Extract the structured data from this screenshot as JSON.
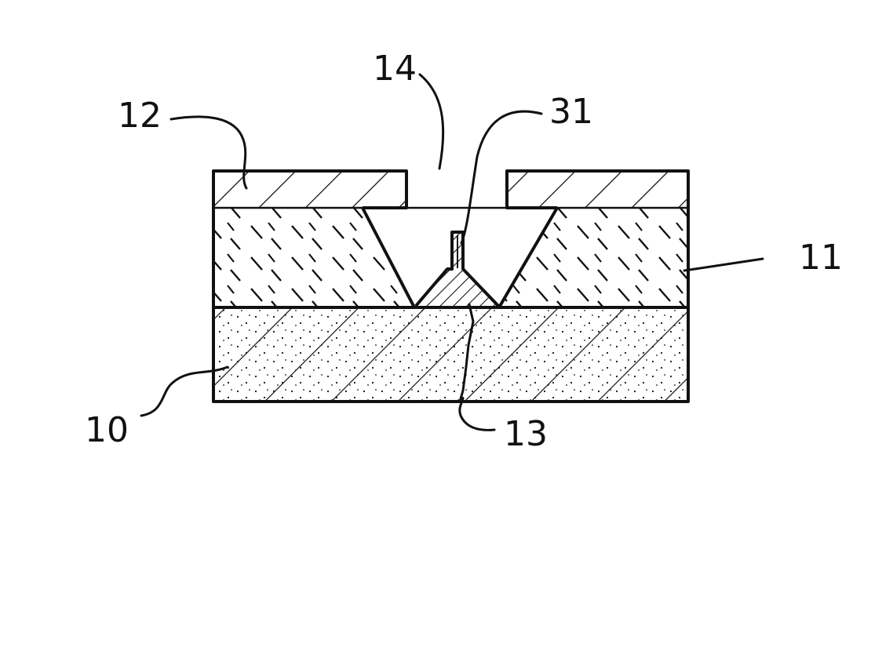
{
  "labels": {
    "top_layer": "12",
    "opening": "14",
    "tip": "31",
    "middle_layer": "11",
    "substrate": "10",
    "crack": "13"
  }
}
